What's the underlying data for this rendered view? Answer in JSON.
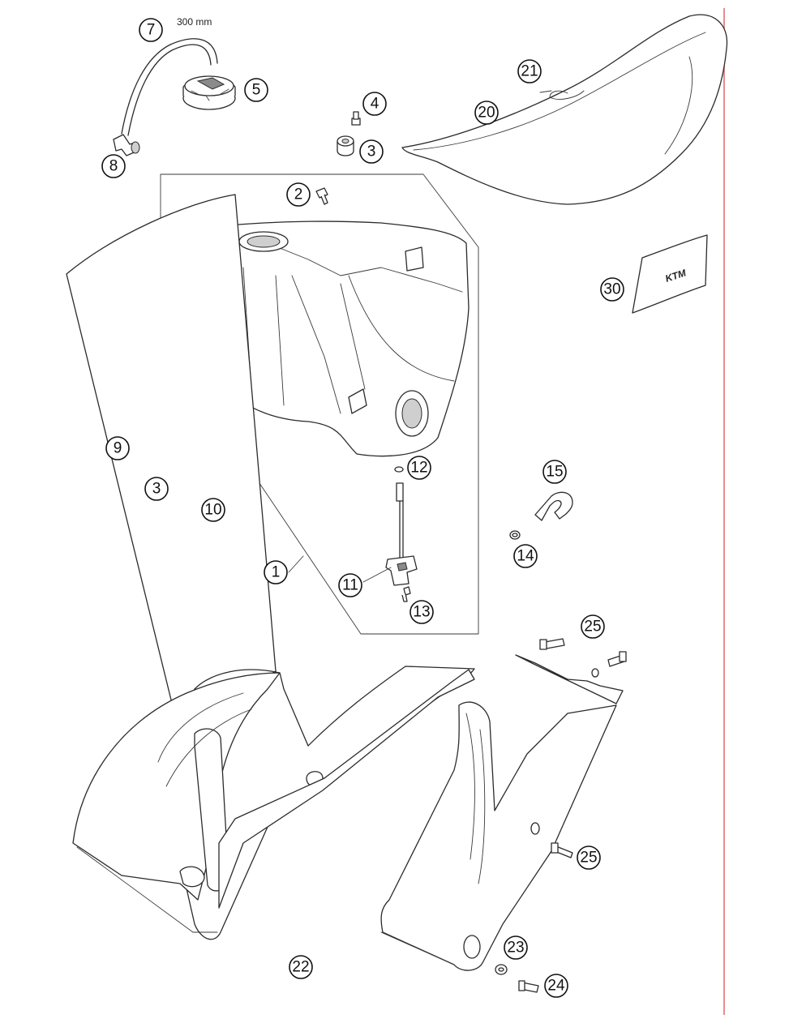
{
  "diagram": {
    "hose_length_note": "300 mm",
    "logo_text": "KTM",
    "callouts": [
      {
        "id": "callout-1",
        "label": "1"
      },
      {
        "id": "callout-2",
        "label": "2"
      },
      {
        "id": "callout-3-top",
        "label": "3"
      },
      {
        "id": "callout-3-left",
        "label": "3"
      },
      {
        "id": "callout-4",
        "label": "4"
      },
      {
        "id": "callout-5",
        "label": "5"
      },
      {
        "id": "callout-7",
        "label": "7"
      },
      {
        "id": "callout-8",
        "label": "8"
      },
      {
        "id": "callout-9",
        "label": "9"
      },
      {
        "id": "callout-10",
        "label": "10"
      },
      {
        "id": "callout-11",
        "label": "11"
      },
      {
        "id": "callout-12",
        "label": "12"
      },
      {
        "id": "callout-13",
        "label": "13"
      },
      {
        "id": "callout-14",
        "label": "14"
      },
      {
        "id": "callout-15",
        "label": "15"
      },
      {
        "id": "callout-20",
        "label": "20"
      },
      {
        "id": "callout-21",
        "label": "21"
      },
      {
        "id": "callout-22",
        "label": "22"
      },
      {
        "id": "callout-23",
        "label": "23"
      },
      {
        "id": "callout-24",
        "label": "24"
      },
      {
        "id": "callout-25-top",
        "label": "25"
      },
      {
        "id": "callout-25-bottom",
        "label": "25"
      },
      {
        "id": "callout-30",
        "label": "30"
      }
    ]
  }
}
